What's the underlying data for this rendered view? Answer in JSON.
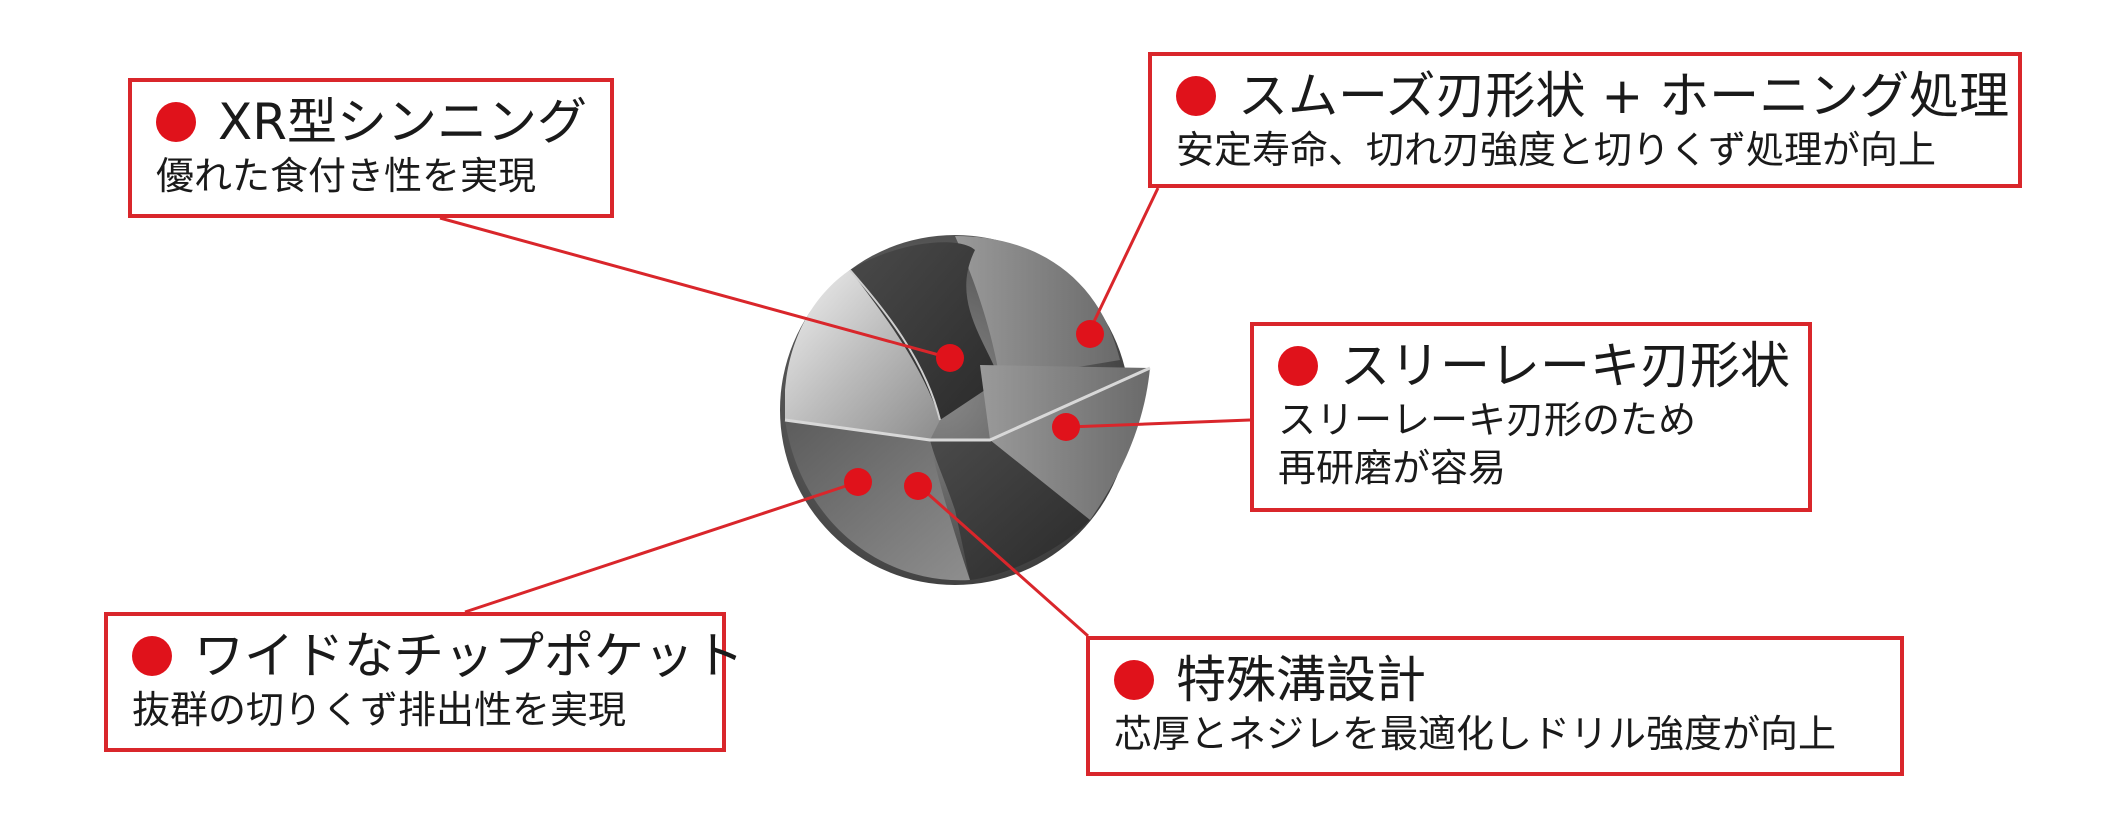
{
  "colors": {
    "accent": "#d9262b",
    "marker": "#e0121b",
    "text": "#1a1a1a"
  },
  "callouts": [
    {
      "title": "XR型シンニング",
      "lines": [
        "優れた食付き性を実現"
      ]
    },
    {
      "title": "スムーズ刃形状 + ホーニング処理",
      "lines": [
        "安定寿命、切れ刃強度と切りくず処理が向上"
      ]
    },
    {
      "title": "スリーレーキ刃形状",
      "lines": [
        "スリーレーキ刃形のため",
        "再研磨が容易"
      ]
    },
    {
      "title": "ワイドなチップポケット",
      "lines": [
        "抜群の切りくず排出性を実現"
      ]
    },
    {
      "title": "特殊溝設計",
      "lines": [
        "芯厚とネジレを最適化しドリル強度が向上"
      ]
    }
  ]
}
